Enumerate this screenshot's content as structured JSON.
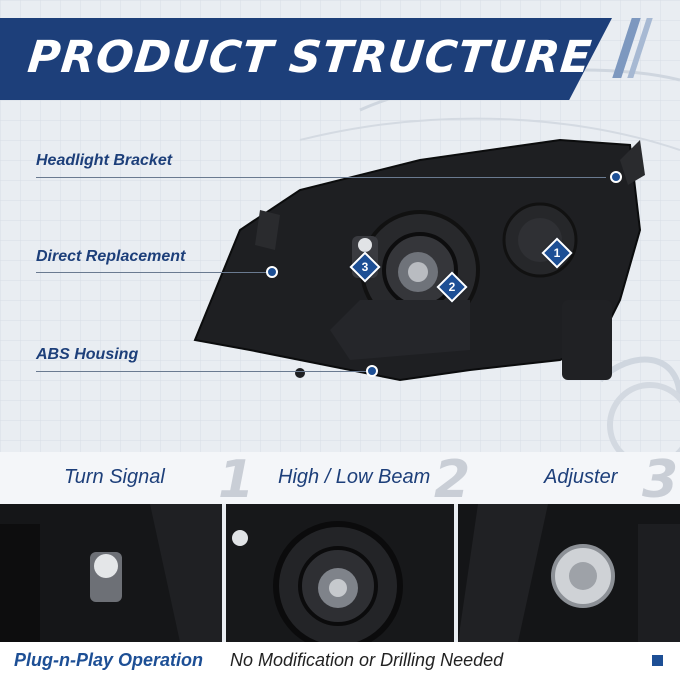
{
  "banner": {
    "title": "PRODUCT STRUCTURE"
  },
  "callouts": [
    {
      "label": "Headlight Bracket"
    },
    {
      "label": "Direct Replacement"
    },
    {
      "label": "ABS Housing"
    }
  ],
  "badges": [
    "1",
    "2",
    "3"
  ],
  "panels": [
    {
      "title": "Turn Signal",
      "digit": "1"
    },
    {
      "title": "High / Low Beam",
      "digit": "2"
    },
    {
      "title": "Adjuster",
      "digit": "3"
    }
  ],
  "footer": {
    "strong": "Plug-n-Play Operation",
    "rest": "No Modification or Drilling Needed"
  },
  "colors": {
    "brand": "#1d3f7a",
    "accent": "#1d4f95",
    "background": "#e9edf2"
  }
}
